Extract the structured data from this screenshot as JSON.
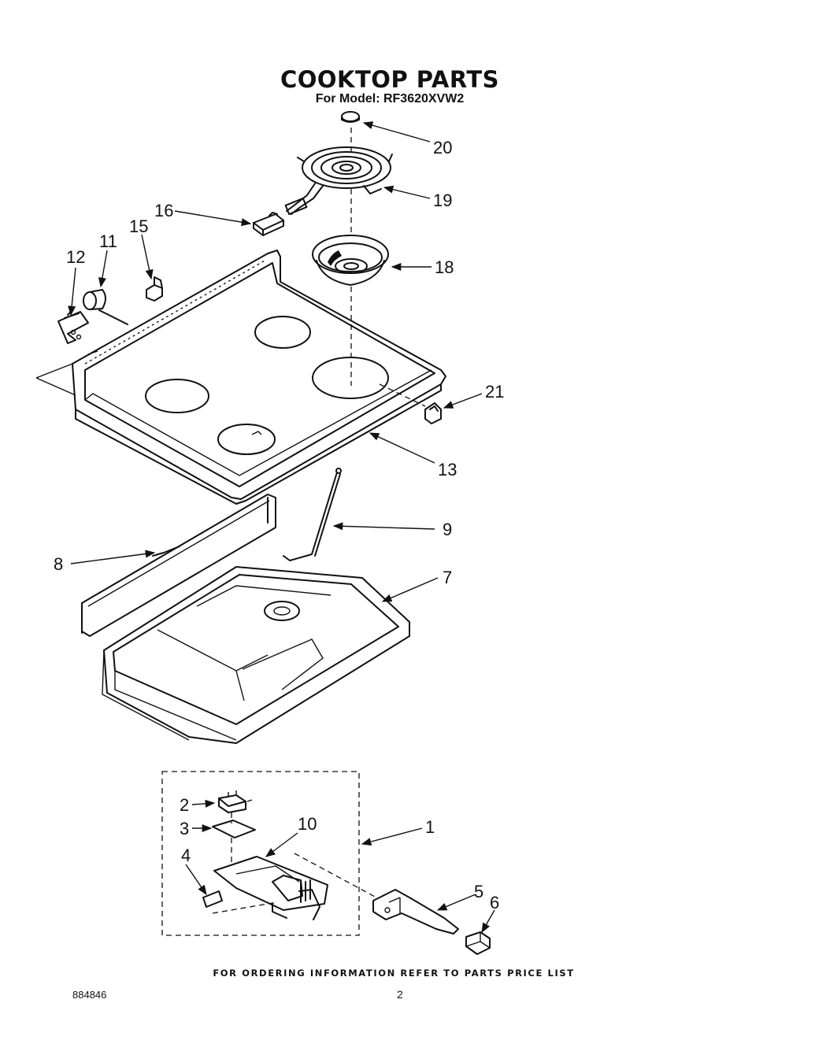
{
  "title": "COOKTOP PARTS",
  "subtitle": "For Model: RF3620XVW2",
  "callouts": {
    "c20": "20",
    "c19": "19",
    "c16": "16",
    "c18": "18",
    "c15": "15",
    "c11": "11",
    "c12": "12",
    "c21": "21",
    "c13": "13",
    "c9": "9",
    "c8": "8",
    "c7": "7",
    "c2": "2",
    "c3": "3",
    "c10": "10",
    "c1": "1",
    "c4": "4",
    "c5": "5",
    "c6": "6"
  },
  "footer_note": "FOR ORDERING INFORMATION REFER TO PARTS PRICE LIST",
  "doc_number": "884846",
  "page_number": "2"
}
